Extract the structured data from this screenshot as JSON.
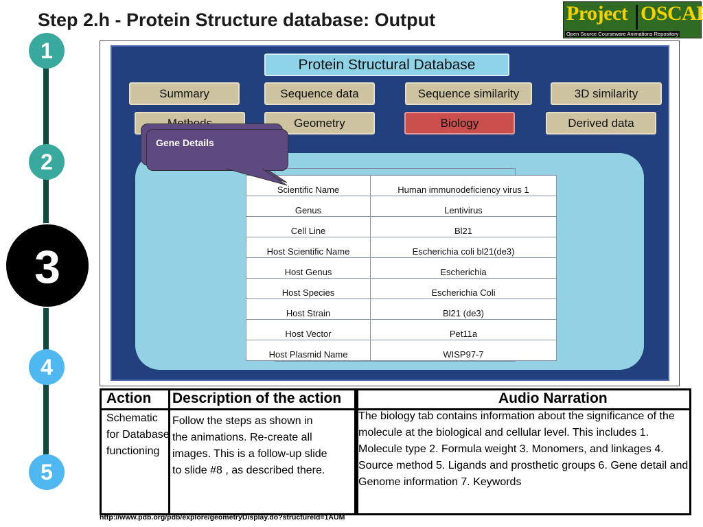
{
  "slide": {
    "title": "Step 2.h - Protein Structure database: Output",
    "url": "http://www.pdb.org/pdb/explore/geometryDisplay.do?structureId=1AUM"
  },
  "logo": {
    "word1": "Project",
    "word2": "OSCAR",
    "tagline": "Open Source Courseware Animations Repository"
  },
  "steps": [
    {
      "label": "1",
      "color": "#3aa99d"
    },
    {
      "label": "2",
      "color": "#3aa99d"
    },
    {
      "label": "3",
      "color": "#000000"
    },
    {
      "label": "4",
      "color": "#4fb8f0"
    },
    {
      "label": "5",
      "color": "#4fb8f0"
    }
  ],
  "database": {
    "header": "Protein Structural Database",
    "tabs_row1": [
      "Summary",
      "Sequence data",
      "Sequence similarity",
      "3D similarity"
    ],
    "tabs_row2": [
      "Methods",
      "Geometry",
      "Biology",
      "Derived data"
    ],
    "active_tab": "Biology"
  },
  "callout": {
    "label": "Gene Details"
  },
  "gene_table": [
    {
      "field": "Scientific Name",
      "value": "Human immunodeficiency virus 1"
    },
    {
      "field": "Genus",
      "value": "Lentivirus"
    },
    {
      "field": "Cell Line",
      "value": "Bl21"
    },
    {
      "field": "Host Scientific Name",
      "value": "Escherichia coli bl21(de3)"
    },
    {
      "field": "Host Genus",
      "value": "Escherichia"
    },
    {
      "field": "Host Species",
      "value": "Escherichia Coli"
    },
    {
      "field": "Host Strain",
      "value": "Bl21 (de3)"
    },
    {
      "field": "Host Vector",
      "value": "Pet11a"
    },
    {
      "field": "Host Plasmid Name",
      "value": "WISP97-7"
    }
  ],
  "bottom": {
    "action_header": "Action",
    "description_header": "Description of the action",
    "audio_header": "Audio Narration",
    "action_text": "Schematic for Database functioning",
    "description_text": "Follow the steps as shown in the animations. Re-create all images. This is a follow-up slide to slide #8 , as described there.",
    "audio_text": "The biology tab contains information about the significance of the molecule at the biological and cellular level. This includes 1. Molecule type 2. Formula weight 3. Monomers, and linkages 4. Source method 5. Ligands and prosthetic groups 6. Gene detail and Genome information 7. Keywords"
  }
}
